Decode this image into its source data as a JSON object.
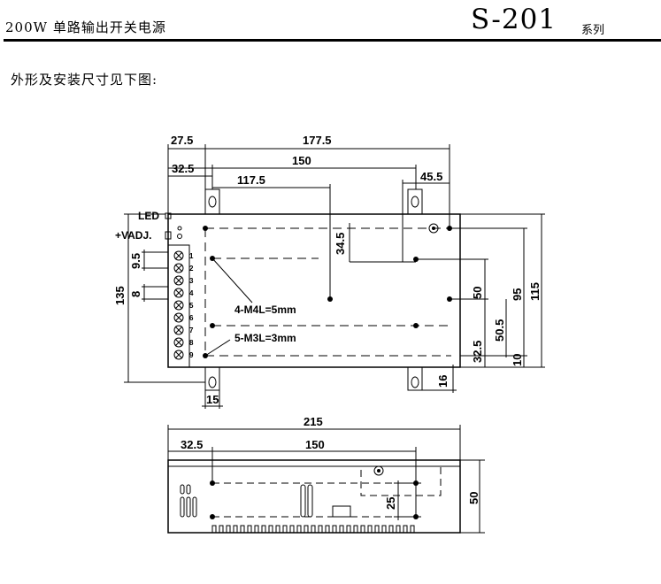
{
  "header": {
    "product": "200W 单路输出开关电源",
    "model": "S-201",
    "series": "系列"
  },
  "intro": "外形及安装尺寸见下图:",
  "top_view": {
    "dims": {
      "d27_5": "27.5",
      "d177_5": "177.5",
      "d32_5": "32.5",
      "d150": "150",
      "d117_5": "117.5",
      "d45_5": "45.5",
      "d34_5": "34.5",
      "d135": "135",
      "d9_5": "9.5",
      "d8": "8",
      "d50": "50",
      "d95": "95",
      "d115": "115",
      "d50_5": "50.5",
      "d32_5b": "32.5",
      "d10": "10",
      "d15": "15",
      "d16": "16"
    },
    "labels": {
      "led": "LED",
      "vadj": "+VADJ.",
      "m4": "4-M4L=5mm",
      "m3": "5-M3L=3mm"
    },
    "terminals": [
      "1",
      "2",
      "3",
      "4",
      "5",
      "6",
      "7",
      "8",
      "9"
    ]
  },
  "side_view": {
    "dims": {
      "d215": "215",
      "d32_5": "32.5",
      "d150": "150",
      "d25": "25",
      "d50": "50"
    }
  }
}
